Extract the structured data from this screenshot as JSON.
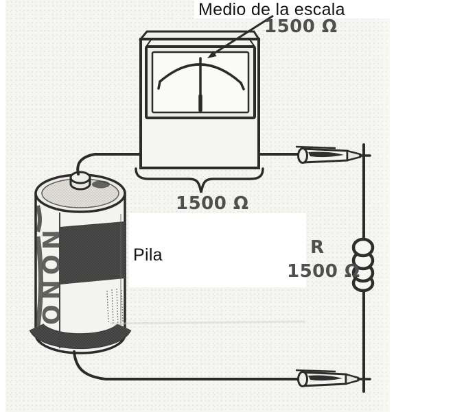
{
  "labels": {
    "half_scale": "Medio de la escala",
    "half_scale_value": "1500 Ω",
    "meter_resistance": "1500 Ω",
    "battery": "Pila",
    "battery_side_text": "NONO",
    "resistor_name": "R",
    "resistor_value": "1500 Ω"
  },
  "colors": {
    "ink": "#2b2b2b",
    "scan-text": "#4f4f4f",
    "paper": "#f5f5f1",
    "dark-band": "#3e3e3e",
    "white-overlay": "#ffffff"
  }
}
